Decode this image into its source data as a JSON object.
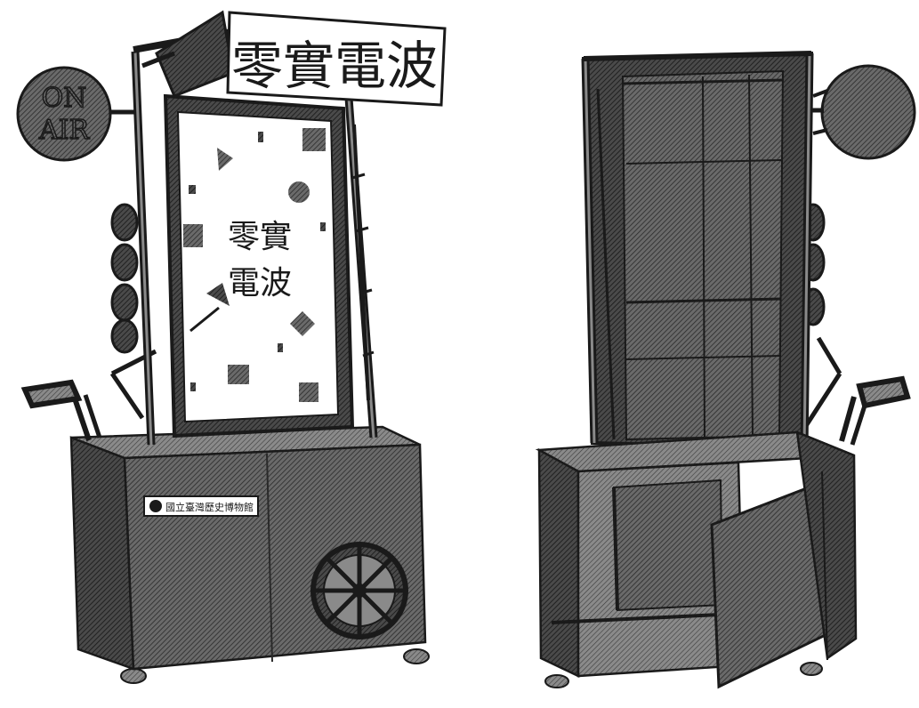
{
  "figure": {
    "sign_text": "零實電波",
    "screen_text_line1": "零實",
    "screen_text_line2": "電波",
    "onair_line1": "ON",
    "onair_line2": "AIR",
    "label_plate_text": "國立臺灣歷史博物館"
  },
  "colors": {
    "ink": "#1a1a1a",
    "panel": "#5e5e5e",
    "panel_dark": "#474747",
    "panel_light": "#7a7a7a",
    "white": "#ffffff"
  }
}
